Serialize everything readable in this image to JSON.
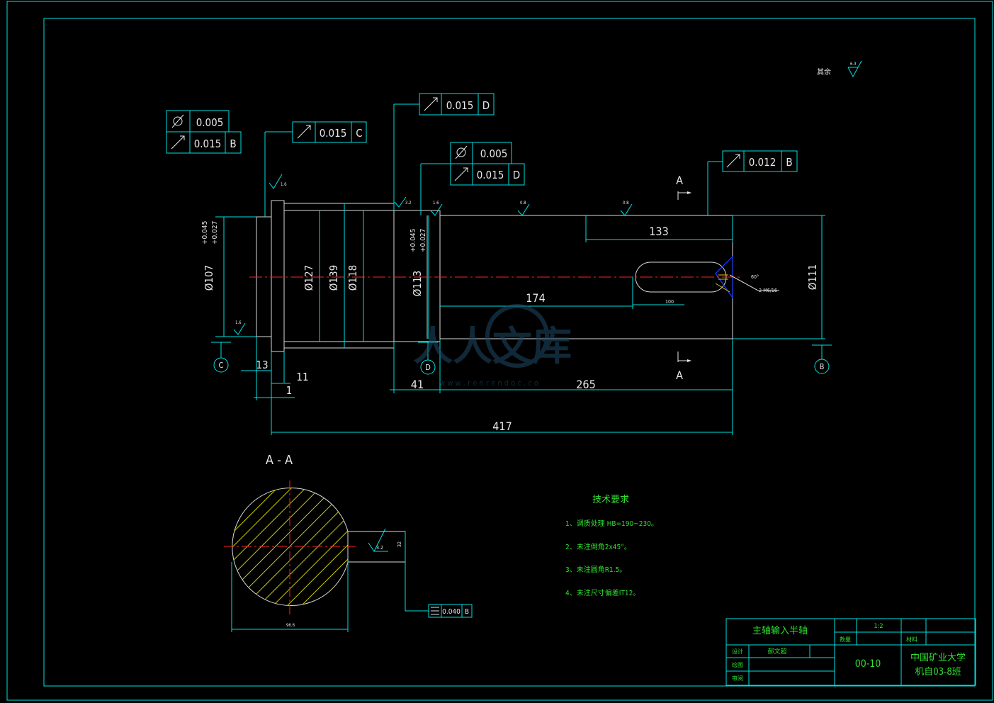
{
  "dims": {
    "d107": "Ø107",
    "d107_tol_upper": "+0.045",
    "d107_tol_lower": "+0.027",
    "d127": "Ø127",
    "d139": "Ø139",
    "d118": "Ø118",
    "d113": "Ø113",
    "d113_tol_upper": "+0.045",
    "d113_tol_lower": "+0.027",
    "d111": "Ø111",
    "len_133": "133",
    "len_174": "174",
    "len_100": "100",
    "len_13": "13",
    "len_11": "11",
    "len_1": "1",
    "len_41": "41",
    "len_265": "265",
    "len_417": "417"
  },
  "fcf": {
    "f1_v1": "0.005",
    "f1_v2": "0.015",
    "f1_ref2": "B",
    "f2_v": "0.015",
    "f2_ref": "C",
    "f3_v": "0.015",
    "f3_ref": "D",
    "f4_v1": "0.005",
    "f4_v2": "0.015",
    "f4_ref2": "D",
    "f5_v": "0.012",
    "f5_ref": "B",
    "f6_v": "0.040",
    "f6_ref": "B"
  },
  "datums": {
    "c": "C",
    "d": "D",
    "b": "B"
  },
  "section": {
    "mark_top": "A",
    "mark_bottom": "A",
    "title": "A - A",
    "width_dim": "96.6",
    "key_dim": "32",
    "rough": "3.2"
  },
  "roughness": {
    "r1": "1.6",
    "r2": "3.2",
    "r3": "1.6",
    "r4": "0.8",
    "r5": "0.8",
    "r6": "1.6",
    "r7": "3.2",
    "r8": "6.3"
  },
  "misc": {
    "center_hole": "2-M6/16",
    "center_angle": "60°"
  },
  "note": {
    "other_label": "其余"
  },
  "tech": {
    "title": "技术要求",
    "items": [
      "1、调质处理 HB=190~230。",
      "2、未注倒角2x45°。",
      "3、未注圆角R1.5。",
      "4、未注尺寸偏差IT12。"
    ]
  },
  "titleblock": {
    "part_name": "主轴输入半轴",
    "scale": "1:2",
    "qty_label": "数量",
    "material_label": "材料",
    "design_label": "设计",
    "designer": "郝文超",
    "draw_label": "绘图",
    "check_label": "审阅",
    "drawing_no": "00-10",
    "school_line1": "中国矿业大学",
    "school_line2": "机自03-8班"
  },
  "watermark": {
    "text": "人人文库",
    "url": "w w w . r e n r e n d o c . c o"
  },
  "colors": {
    "frame": "#00e0e0",
    "outline": "#d8d8d8",
    "center": "#ff2020",
    "hatch": "#c8c800",
    "text": "#30e030",
    "key": "#0000ff"
  }
}
